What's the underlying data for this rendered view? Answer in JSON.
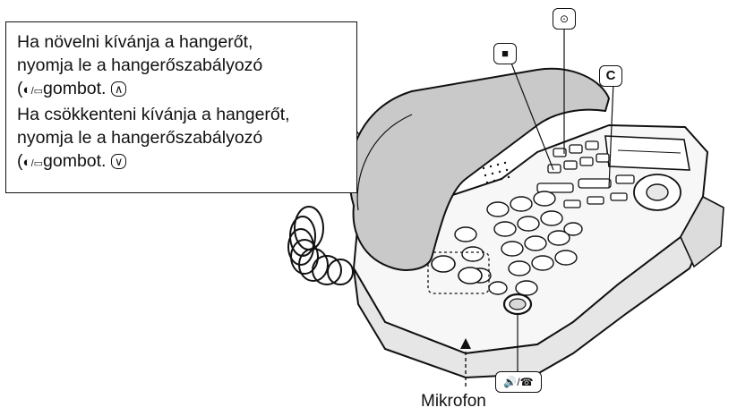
{
  "callout": {
    "line1": "Ha növelni kívánja a hangerőt,",
    "line2": "nyomja le a hangerőszabályozó",
    "line3_open": "(",
    "line3_text": "gombot.",
    "line3_key": "∧",
    "line4": "Ha csökkenteni kívánja a hangerőt,",
    "line5": "nyomja le a hangerőszabályozó",
    "line6_open": "(",
    "line6_text": "gombot.",
    "line6_key": "∨"
  },
  "labels": {
    "microphone": "Mikrofon"
  },
  "buttons": {
    "stop_symbol": "■",
    "clear_symbol": "C",
    "handsfree_symbol": "🔊/☎"
  },
  "icons": [
    "speaker-icon",
    "handset-icon",
    "stop-icon",
    "clear-icon",
    "message-icon"
  ],
  "colors": {
    "outline": "#111111",
    "body": "#ffffff",
    "button": "#f4f4f4"
  }
}
